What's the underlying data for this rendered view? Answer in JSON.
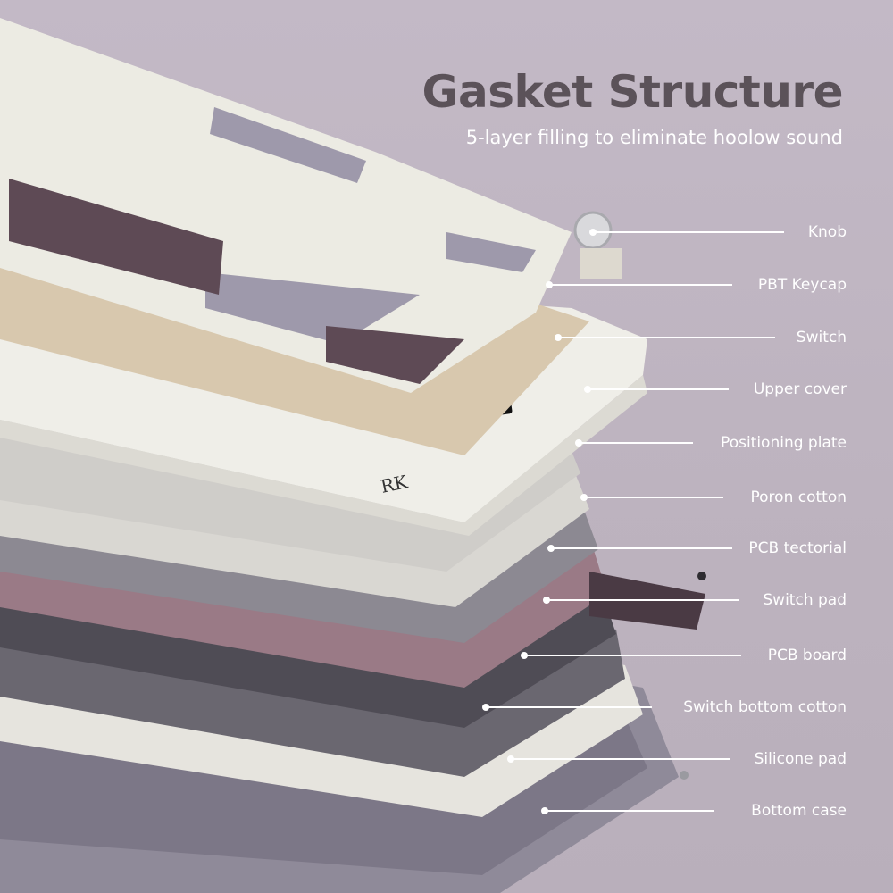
{
  "header": {
    "title": "Gasket Structure",
    "subtitle": "5-layer filling to eliminate hoolow sound"
  },
  "branding": {
    "logo_text": "RK"
  },
  "colors": {
    "background": "#beb4c0",
    "title": "#5b5259",
    "label": "#ffffff",
    "keycap_cream": "#ecebe3",
    "keycap_grey": "#9e99ab",
    "keycap_plum": "#5e4a55",
    "pcb_pink": "#9a7a86",
    "foam_dark": "#6a6770",
    "case": "#8f8a99"
  },
  "layers": [
    {
      "label": "Knob"
    },
    {
      "label": "PBT Keycap"
    },
    {
      "label": "Switch"
    },
    {
      "label": "Upper cover"
    },
    {
      "label": "Positioning plate"
    },
    {
      "label": "Poron cotton"
    },
    {
      "label": "PCB tectorial"
    },
    {
      "label": "Switch pad"
    },
    {
      "label": "PCB board"
    },
    {
      "label": "Switch bottom cotton"
    },
    {
      "label": "Silicone pad"
    },
    {
      "label": "Bottom case"
    }
  ]
}
